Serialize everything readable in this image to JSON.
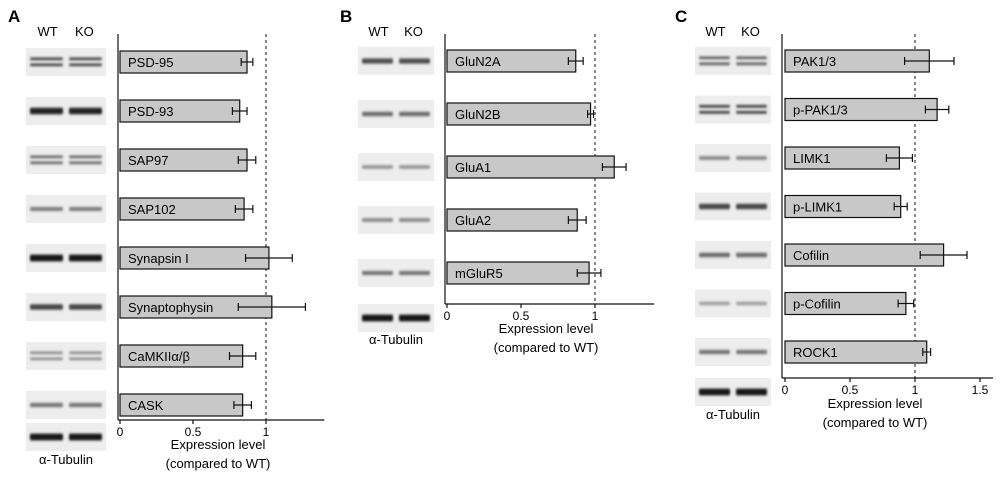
{
  "chart_data": [
    {
      "type": "bar",
      "orientation": "horizontal",
      "panel_label": "A",
      "blot_columns": [
        "WT",
        "KO"
      ],
      "loading_control": "α-Tubulin",
      "categories": [
        "PSD-95",
        "PSD-93",
        "SAP97",
        "SAP102",
        "Synapsin I",
        "Synaptophysin",
        "CaMKIIα/β",
        "CASK"
      ],
      "values": [
        0.87,
        0.82,
        0.87,
        0.85,
        1.02,
        1.04,
        0.84,
        0.84
      ],
      "errors": [
        0.04,
        0.05,
        0.06,
        0.06,
        0.16,
        0.23,
        0.09,
        0.06
      ],
      "xlim": [
        0,
        1.4
      ],
      "xticks": [
        "0",
        "0.5",
        "1"
      ],
      "xtick_values": [
        0,
        0.5,
        1
      ],
      "reference_line": 1,
      "xlabel": [
        "Expression level",
        "(compared to WT)"
      ],
      "bar_color": "#c8c8c8",
      "band_intensity": [
        0.75,
        0.9,
        0.55,
        0.4,
        0.95,
        0.7,
        0.35,
        0.45
      ],
      "band_double": [
        true,
        false,
        true,
        false,
        false,
        false,
        true,
        false
      ]
    },
    {
      "type": "bar",
      "orientation": "horizontal",
      "panel_label": "B",
      "blot_columns": [
        "WT",
        "KO"
      ],
      "loading_control": "α-Tubulin",
      "categories": [
        "GluN2A",
        "GluN2B",
        "GluA1",
        "GluA2",
        "mGluR5"
      ],
      "values": [
        0.87,
        0.97,
        1.13,
        0.88,
        0.96
      ],
      "errors": [
        0.05,
        0.02,
        0.08,
        0.06,
        0.08
      ],
      "xlim": [
        0,
        1.4
      ],
      "xticks": [
        "0",
        "0.5",
        "1"
      ],
      "xtick_values": [
        0,
        0.5,
        1
      ],
      "reference_line": 1,
      "xlabel": [
        "Expression level",
        "(compared to WT)"
      ],
      "bar_color": "#c8c8c8",
      "band_intensity": [
        0.65,
        0.5,
        0.3,
        0.35,
        0.45
      ],
      "band_double": [
        false,
        false,
        false,
        false,
        false
      ]
    },
    {
      "type": "bar",
      "orientation": "horizontal",
      "panel_label": "C",
      "blot_columns": [
        "WT",
        "KO"
      ],
      "loading_control": "α-Tubulin",
      "categories": [
        "PAK1/3",
        "p-PAK1/3",
        "LIMK1",
        "p-LIMK1",
        "Cofilin",
        "p-Cofilin",
        "ROCK1"
      ],
      "values": [
        1.11,
        1.17,
        0.88,
        0.89,
        1.22,
        0.93,
        1.09
      ],
      "errors": [
        0.19,
        0.09,
        0.1,
        0.05,
        0.18,
        0.06,
        0.03
      ],
      "xlim": [
        0,
        1.6
      ],
      "xticks": [
        "0",
        "0.5",
        "1",
        "1.5"
      ],
      "xtick_values": [
        0,
        0.5,
        1,
        1.5
      ],
      "reference_line": 1,
      "xlabel": [
        "Expression level",
        "(compared to WT)"
      ],
      "bar_color": "#c8c8c8",
      "band_intensity": [
        0.6,
        0.8,
        0.35,
        0.7,
        0.5,
        0.25,
        0.45
      ],
      "band_double": [
        true,
        true,
        false,
        false,
        false,
        false,
        false
      ]
    }
  ]
}
